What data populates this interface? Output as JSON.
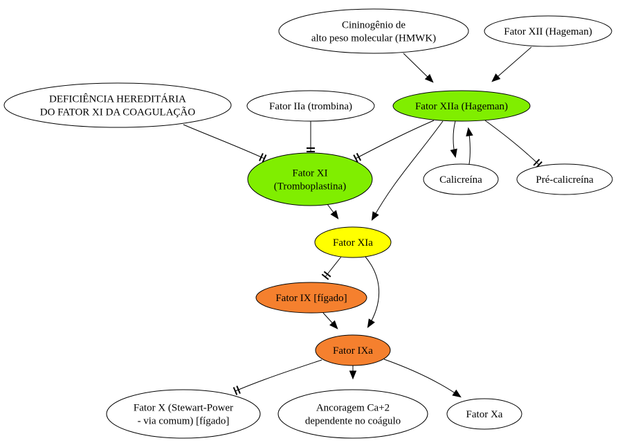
{
  "colors": {
    "green": "#80ee00",
    "yellow": "#ffff00",
    "orange": "#f5802e",
    "white": "#ffffff",
    "line": "#000000"
  },
  "nodes": {
    "hmwk": {
      "lines": [
        "Cininogênio de",
        "alto peso molecular (HMWK)"
      ],
      "color": "white"
    },
    "fxii": {
      "lines": [
        "Fator XII (Hageman)"
      ],
      "color": "white"
    },
    "deficiency": {
      "lines": [
        "DEFICIÊNCIA HEREDITÁRIA",
        "DO FATOR XI DA COAGULAÇÃO"
      ],
      "color": "white"
    },
    "f2a": {
      "lines": [
        "Fator IIa (trombina)"
      ],
      "color": "white"
    },
    "f12a": {
      "lines": [
        "Fator XIIa (Hageman)"
      ],
      "color": "green"
    },
    "f11": {
      "lines": [
        "Fator XI",
        "(Tromboplastina)"
      ],
      "color": "green"
    },
    "kallikrein": {
      "lines": [
        "Calicreína"
      ],
      "color": "white"
    },
    "prekallikrein": {
      "lines": [
        "Pré-calicreína"
      ],
      "color": "white"
    },
    "f11a": {
      "lines": [
        "Fator XIa"
      ],
      "color": "yellow"
    },
    "f9": {
      "lines": [
        "Fator IX [fígado]"
      ],
      "color": "orange"
    },
    "f9a": {
      "lines": [
        "Fator IXa"
      ],
      "color": "orange"
    },
    "f10": {
      "lines": [
        "Fator X (Stewart-Power",
        "- via comum) [fígado]"
      ],
      "color": "white"
    },
    "ca": {
      "lines": [
        "Ancoragem Ca+2",
        "dependente no coágulo"
      ],
      "color": "white"
    },
    "f10a": {
      "lines": [
        "Fator Xa"
      ],
      "color": "white"
    }
  },
  "edges": [
    {
      "from": "hmwk",
      "to": "f12a",
      "head": "arrow"
    },
    {
      "from": "fxii",
      "to": "f12a",
      "head": "arrow"
    },
    {
      "from": "deficiency",
      "to": "f11",
      "head": "tee"
    },
    {
      "from": "f2a",
      "to": "f11",
      "head": "tee"
    },
    {
      "from": "f12a",
      "to": "f11",
      "head": "tee"
    },
    {
      "from": "f12a",
      "to": "f11a",
      "head": "arrow"
    },
    {
      "from": "f12a",
      "to": "kallikrein",
      "head": "arrow"
    },
    {
      "from": "kallikrein",
      "to": "f12a",
      "head": "arrow"
    },
    {
      "from": "f12a",
      "to": "prekallikrein",
      "head": "tee"
    },
    {
      "from": "f11",
      "to": "f11a",
      "head": "arrow"
    },
    {
      "from": "f11a",
      "to": "f9",
      "head": "tee"
    },
    {
      "from": "f11a",
      "to": "f9a",
      "head": "arrow"
    },
    {
      "from": "f9",
      "to": "f9a",
      "head": "arrow"
    },
    {
      "from": "f9a",
      "to": "f10",
      "head": "tee"
    },
    {
      "from": "f9a",
      "to": "ca",
      "head": "arrow"
    },
    {
      "from": "f9a",
      "to": "f10a",
      "head": "arrow"
    }
  ]
}
